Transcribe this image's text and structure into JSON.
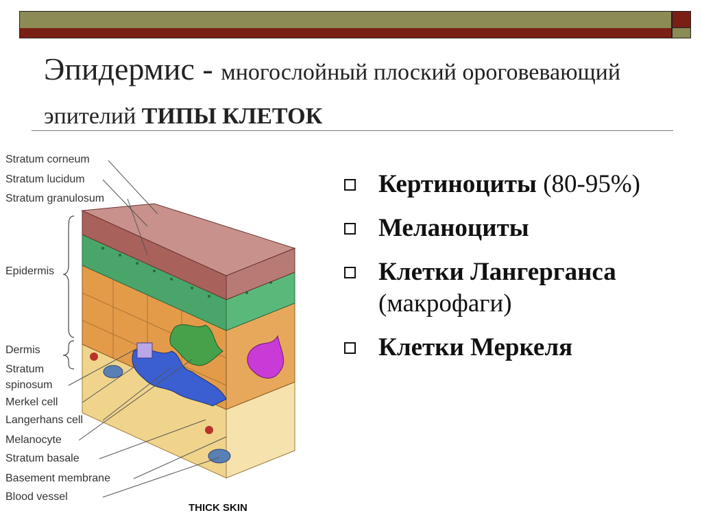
{
  "title": {
    "part1": "Эпидермис - ",
    "part2": "многослойный плоский ороговевающий эпителий ",
    "part3": "ТИПЫ КЛЕТОК"
  },
  "bullets": [
    {
      "bold": "Кертиноциты",
      "normal": "  (80-95%)"
    },
    {
      "bold": "Меланоциты",
      "normal": ""
    },
    {
      "bold": "Клетки Лангерганса",
      "normal": " (макрофаги)"
    },
    {
      "bold": "Клетки Меркеля",
      "normal": ""
    }
  ],
  "figure": {
    "labels": [
      "Stratum corneum",
      "Stratum lucidum",
      "Stratum granulosum",
      "Epidermis",
      "Dermis",
      "Stratum",
      "spinosum",
      "Merkel cell",
      "Langerhans cell",
      "Melanocyte",
      "Stratum basale",
      "Basement membrane",
      "Blood vessel"
    ],
    "caption": "THICK SKIN"
  },
  "colors": {
    "olive": "#8c8a55",
    "maroon": "#7a1f16",
    "corneum": "#b77a74",
    "granulosum": "#49a56a",
    "spinosum": "#e39b4a",
    "dermis": "#f0d48c",
    "langerhans": "#3b5fd0",
    "melanocyte": "#47a14b",
    "merkel": "#c83bd6"
  }
}
